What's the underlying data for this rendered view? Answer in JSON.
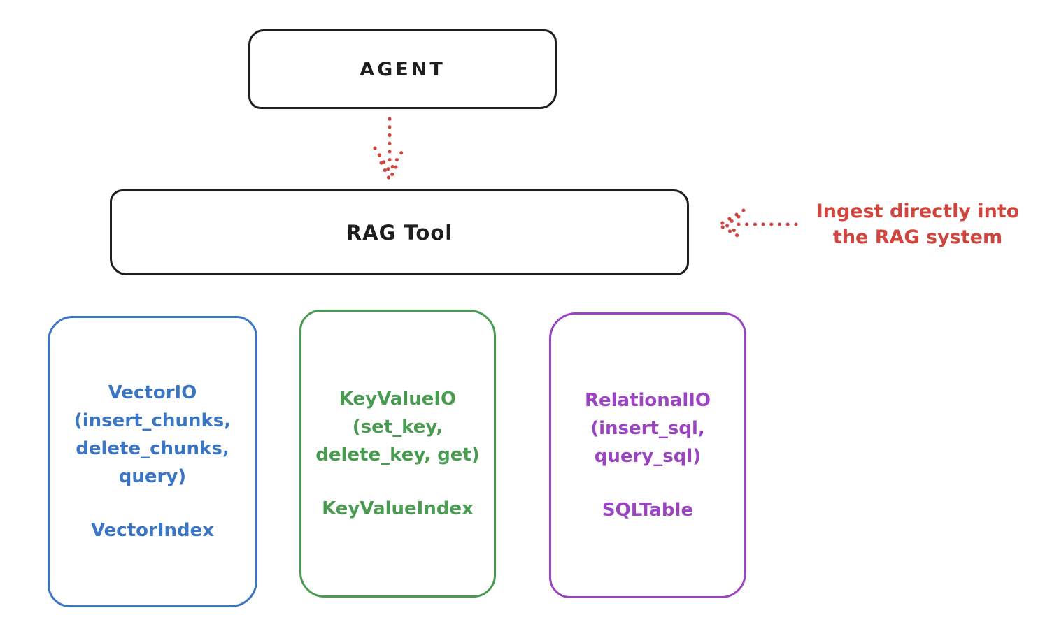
{
  "colors": {
    "ink": "#1e1e1e",
    "red": "#d0453e",
    "blue": "#3b76c4",
    "green": "#4a9b52",
    "purple": "#9a44c2",
    "background": "#ffffff"
  },
  "agent_box": {
    "label": "AGENT"
  },
  "rag_tool_box": {
    "label": "RAG Tool"
  },
  "annotation": {
    "line1": "Ingest directly into",
    "line2": "the RAG system"
  },
  "arrows": [
    {
      "name": "agent-to-rag-tool",
      "style": "dotted",
      "color": "#d0453e",
      "direction": "down"
    },
    {
      "name": "ingest-into-rag-tool",
      "style": "dotted",
      "color": "#d0453e",
      "direction": "left"
    }
  ],
  "io_boxes": [
    {
      "title_lines": [
        "VectorIO",
        "(insert_chunks,",
        "delete_chunks,",
        "query)"
      ],
      "index_label": "VectorIndex",
      "color": "#3b76c4"
    },
    {
      "title_lines": [
        "KeyValueIO",
        "(set_key,",
        "delete_key, get)"
      ],
      "index_label": "KeyValueIndex",
      "color": "#4a9b52"
    },
    {
      "title_lines": [
        "RelationalIO",
        "(insert_sql,",
        "query_sql)"
      ],
      "index_label": "SQLTable",
      "color": "#9a44c2"
    }
  ]
}
